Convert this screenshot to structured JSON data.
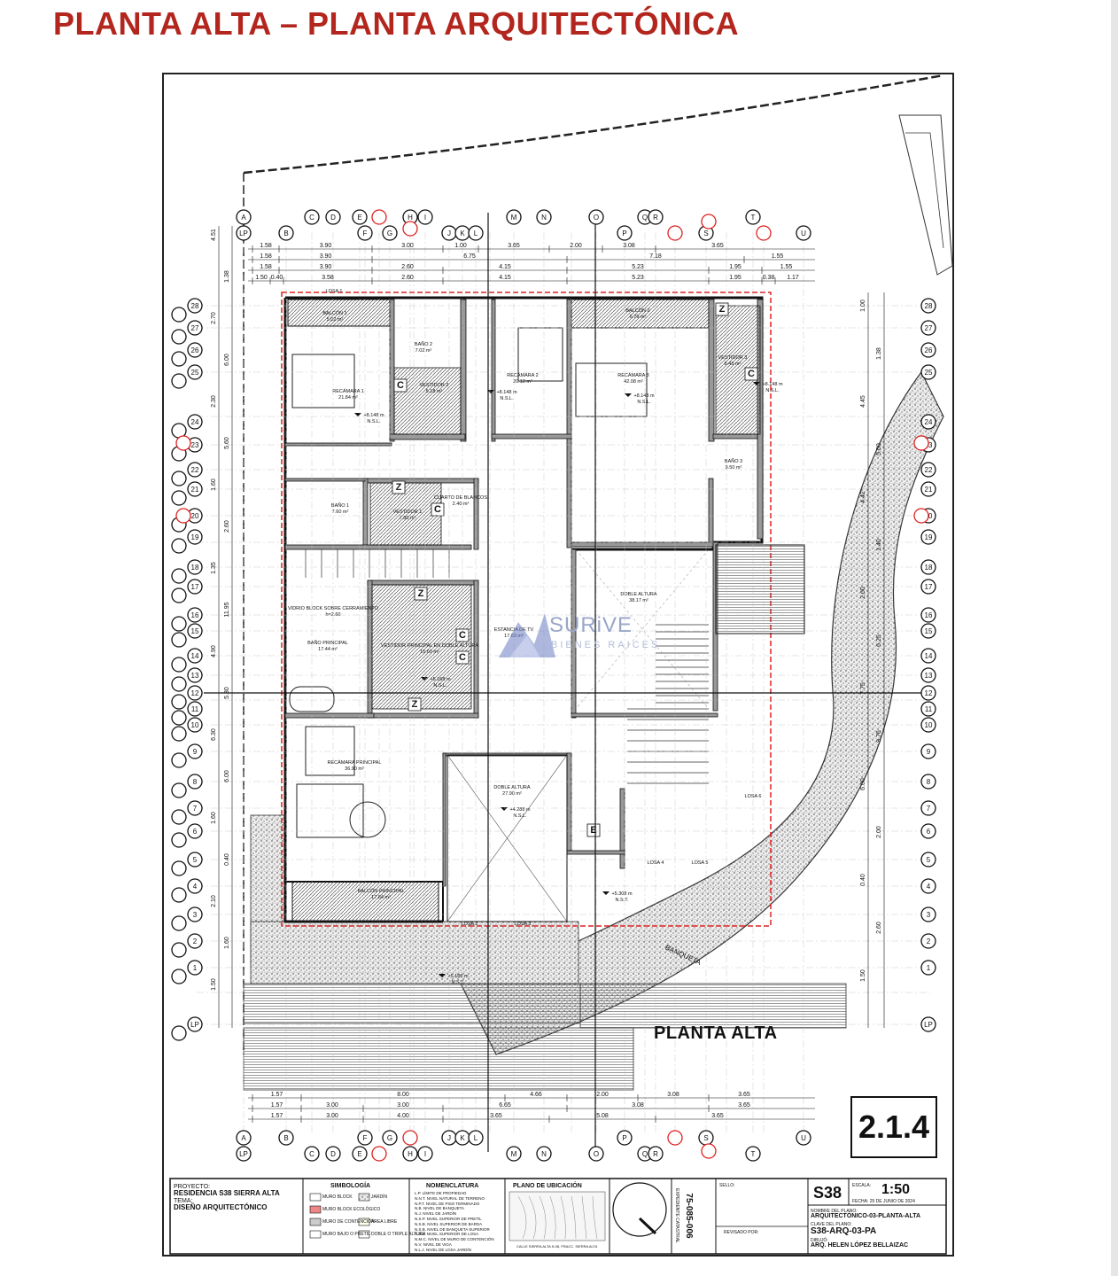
{
  "page_title": "PLANTA ALTA – PLANTA ARQUITECTÓNICA",
  "plan_label": "PLANTA ALTA",
  "sheet_number": "2.1.4",
  "watermark": {
    "brand": "SURiVE",
    "sub": "BIENES RAICES"
  },
  "grid_top_row1": [
    "C",
    "D",
    "E",
    "H",
    "I",
    "M",
    "N",
    "O",
    "Q",
    "R",
    "T"
  ],
  "grid_top_row2": [
    "B",
    "F",
    "G",
    "J",
    "K",
    "L",
    "P",
    "S",
    "U"
  ],
  "grid_left": [
    "28",
    "27",
    "26",
    "25",
    "24",
    "23",
    "22",
    "21",
    "20",
    "19",
    "18",
    "17",
    "16",
    "15",
    "14",
    "13",
    "12",
    "11",
    "10",
    "9",
    "8",
    "7",
    "6",
    "5",
    "4",
    "3",
    "2",
    "1",
    "LP"
  ],
  "dims_top": {
    "row1": [
      "1.58",
      "3.90",
      "3.00",
      "1.00",
      "3.65",
      "2.00",
      "3.08",
      "3.65"
    ],
    "row2": [
      "1.58",
      "3.90",
      "6.75",
      "7.18",
      "1.55"
    ],
    "row3": [
      "1.58",
      "3.90",
      "2.60",
      "4.15",
      "5.23",
      "1.95",
      "1.55"
    ],
    "row4": [
      "1.50",
      "0.40",
      "3.58",
      "2.60",
      "4.15",
      "5.23",
      "1.95",
      "0.38",
      "1.17"
    ]
  },
  "dims_bottom": {
    "row1": [
      "1.57",
      "8.00",
      "4.66",
      "2.00",
      "3.08",
      "3.65"
    ],
    "row2": [
      "1.57",
      "3.00",
      "3.00",
      "6.65",
      "3.08",
      "3.65"
    ],
    "row3": [
      "1.57",
      "3.00",
      "4.00",
      "3.65",
      "5.08",
      "3.65"
    ]
  },
  "dims_left": [
    "4.51",
    "1.38",
    "2.70",
    "6.00",
    "2.30",
    "5.60",
    "1.60",
    "2.60",
    "1.35",
    "11.95",
    "4.90",
    "5.30",
    "6.30",
    "6.00",
    "1.60",
    "0.40",
    "2.10",
    "1.60",
    "1.50"
  ],
  "dims_right": [
    "1.00",
    "1.38",
    "4.45",
    "5.60",
    "4.42",
    "1.40",
    "2.60",
    "6.25",
    "7.75",
    "9.76",
    "6.00",
    "2.00",
    "0.40",
    "2.60",
    "1.50"
  ],
  "rooms": [
    {
      "name": "BALCÓN 1",
      "area": "5.02 m²"
    },
    {
      "name": "BAÑO 2",
      "area": "7.02 m²"
    },
    {
      "name": "RECÁMARA 2",
      "area": "20.12 m²"
    },
    {
      "name": "BALCÓN 2",
      "area": "6.79 m²"
    },
    {
      "name": "RECÁMARA 1",
      "area": "21.84 m²"
    },
    {
      "name": "VESTIDOR 2",
      "area": "5.18 m²"
    },
    {
      "name": "RECÁMARA 3",
      "area": "42.08 m²"
    },
    {
      "name": "VESTIDOR 3",
      "area": "8.43 m²"
    },
    {
      "name": "BAÑO 3",
      "area": "9.50 m²"
    },
    {
      "name": "BAÑO 1",
      "area": "7.60 m²"
    },
    {
      "name": "VESTIDOR 1",
      "area": "7.80 m²"
    },
    {
      "name": "CUARTO DE BLANCOS",
      "area": "2.40 m²"
    },
    {
      "name": "DOBLE ALTURA",
      "area": "38.17 m²"
    },
    {
      "name": "VIDRIO BLOCK SOBRE CERRAMIENTO",
      "area": "h=2.60"
    },
    {
      "name": "BAÑO PRINCIPAL",
      "area": "17.44 m²"
    },
    {
      "name": "VESTIDOR PRINCIPAL EN DOBLE ALTURA",
      "area": "15.60 m²"
    },
    {
      "name": "ESTANCIA DE TV",
      "area": "17.63 m²"
    },
    {
      "name": "RECÁMARA PRINCIPAL",
      "area": "36.90 m²"
    },
    {
      "name": "DOBLE ALTURA",
      "area": "27.90 m²"
    },
    {
      "name": "BALCÓN PRINCIPAL",
      "area": "17.84 m²"
    }
  ],
  "levels": [
    "+8.148 m",
    "N.S.L.",
    "+8.148 m",
    "N.S.L.",
    "+8.148 m",
    "N.S.L.",
    "+8.148 m",
    "N.S.L.",
    "+5.168 m",
    "N.S.L.",
    "+4.288 m",
    "N.S.L.",
    "+5.308 m",
    "N.S.T.",
    "+5.188 m",
    "N.S.T."
  ],
  "slab_labels": [
    "LOSA 1",
    "LOSA 2",
    "LOSA 3",
    "LOSA 4",
    "LOSA 5",
    "LOSA 6"
  ],
  "banqueta": "BANQUETA",
  "title_block": {
    "proyecto_label": "PROYECTO:",
    "proyecto": "RESIDENCIA S38 SIERRA ALTA",
    "tema_label": "TEMA:",
    "tema": "DISEÑO ARQUITECTÓNICO",
    "simbologia": "SIMBOLOGÍA",
    "sim_items": [
      "MURO BLOCK",
      "MURO BLOCK ECOLÓGICO",
      "MURO DE CONTENCIÓN",
      "MURO BAJO O PRETIL",
      "JARDÍN",
      "ÁREA LIBRE",
      "DOBLE O TRIPLE ALTURA"
    ],
    "nomenclatura": "NOMENCLATURA",
    "nom_items": [
      "L.P. LÍMITE DE PROPIEDAD",
      "N.N.T. NIVEL NATURAL DE TERRENO",
      "N.P.T. NIVEL DE PISO TERMINADO",
      "N.B. NIVEL DE BANQUETA",
      "N.J. NIVEL DE JARDÍN",
      "N.S.P. NIVEL SUPERIOR DE PRETIL",
      "N.S.B. NIVEL SUPERIOR DE BARDA",
      "N.S.B. NIVEL DE BANQUETA SUPERIOR",
      "N.S.L. NIVEL SUPERIOR DE LOSA",
      "N.M.C. NIVEL DE MURO DE CONTENCIÓN",
      "N.V. NIVEL DE VIGA",
      "N.L.J. NIVEL DE LOSA JARDÍN"
    ],
    "ubicacion": "PLANO DE UBICACIÓN",
    "ubicacion_note": "CALLE SIERRA ALTA N.38, FRACC. SIERRA ALTA",
    "catastral_label": "EXPEDIENTE CATASTRAL",
    "catastral": "75-085-006",
    "sello": "SELLO:",
    "revisado": "REVISADO POR:",
    "clave_short": "S38",
    "escala_label": "ESCALA:",
    "escala": "1:50",
    "fecha": "FECHA: 25 DE JUNIO DE 2024",
    "nombre_label": "NOMBRE DEL PLANO:",
    "nombre": "ARQUITECTÓNICO-03-PLANTA-ALTA",
    "clave_label": "CLAVE DEL PLANO:",
    "clave": "S38-ARQ-03-PA",
    "dibujo_label": "DIBUJÓ:",
    "dibujo": "ARQ. HELEN LÓPEZ BELLAIZAC"
  }
}
